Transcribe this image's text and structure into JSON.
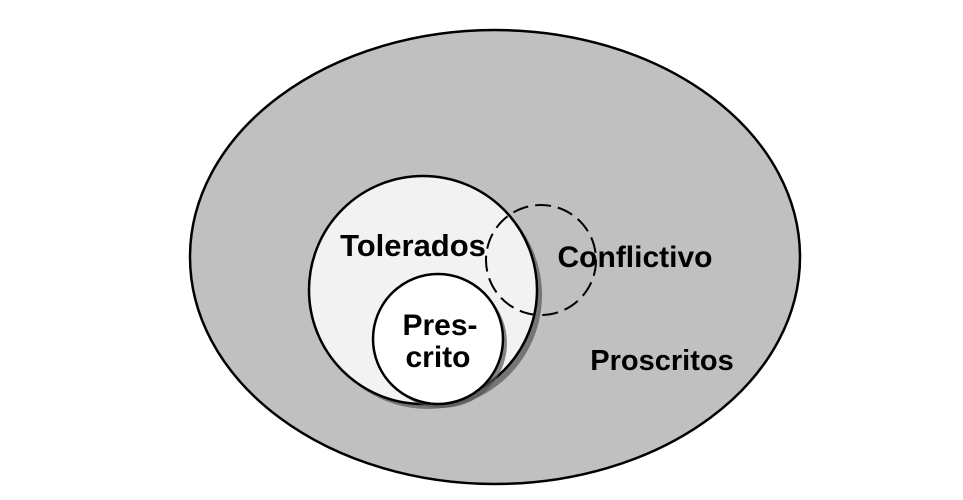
{
  "diagram": {
    "labels": {
      "proscritos": "Proscritos",
      "tolerados": "Tolerados",
      "conflictivo": "Conflictivo",
      "prescrito_line1": "Pres-",
      "prescrito_line2": "crito"
    },
    "colors": {
      "proscritos_fill": "#c0c0c0",
      "tolerados_fill": "#f2f2f2",
      "prescrito_fill": "#ffffff",
      "stroke": "#000000",
      "shadow": "#555555"
    }
  }
}
